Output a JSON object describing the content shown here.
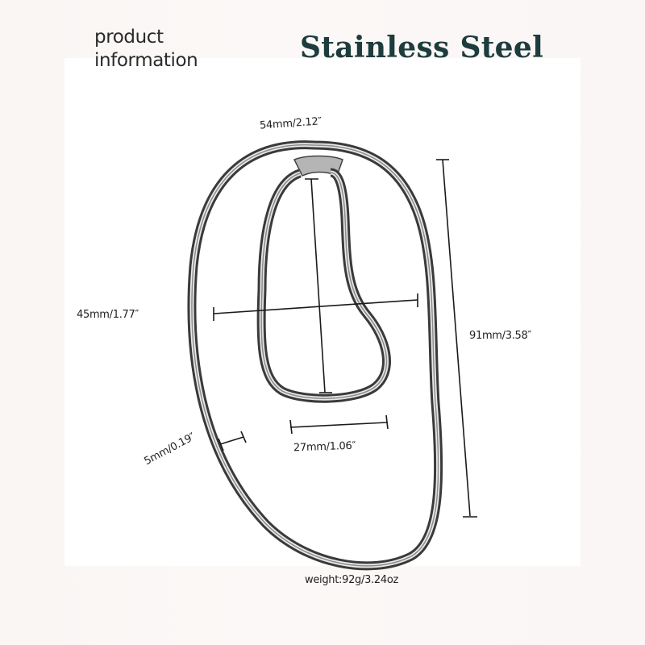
{
  "header": {
    "label_line1": "product",
    "label_line2": "information",
    "title": "Stainless Steel"
  },
  "dimensions": {
    "top_width": "54mm/2.12″",
    "overall_width": "45mm/1.77″",
    "overall_height": "91mm/3.58″",
    "inner_bottom_width": "27mm/1.06″",
    "wire_thickness": "5mm/0.19″"
  },
  "weight": "weight:92g/3.24oz",
  "colors": {
    "title": "#1d3c3e",
    "text": "#222222",
    "background": "#faf7f6",
    "panel": "#ffffff",
    "steel_dark": "#2b2b2b",
    "steel_light": "#e8e8e8"
  }
}
